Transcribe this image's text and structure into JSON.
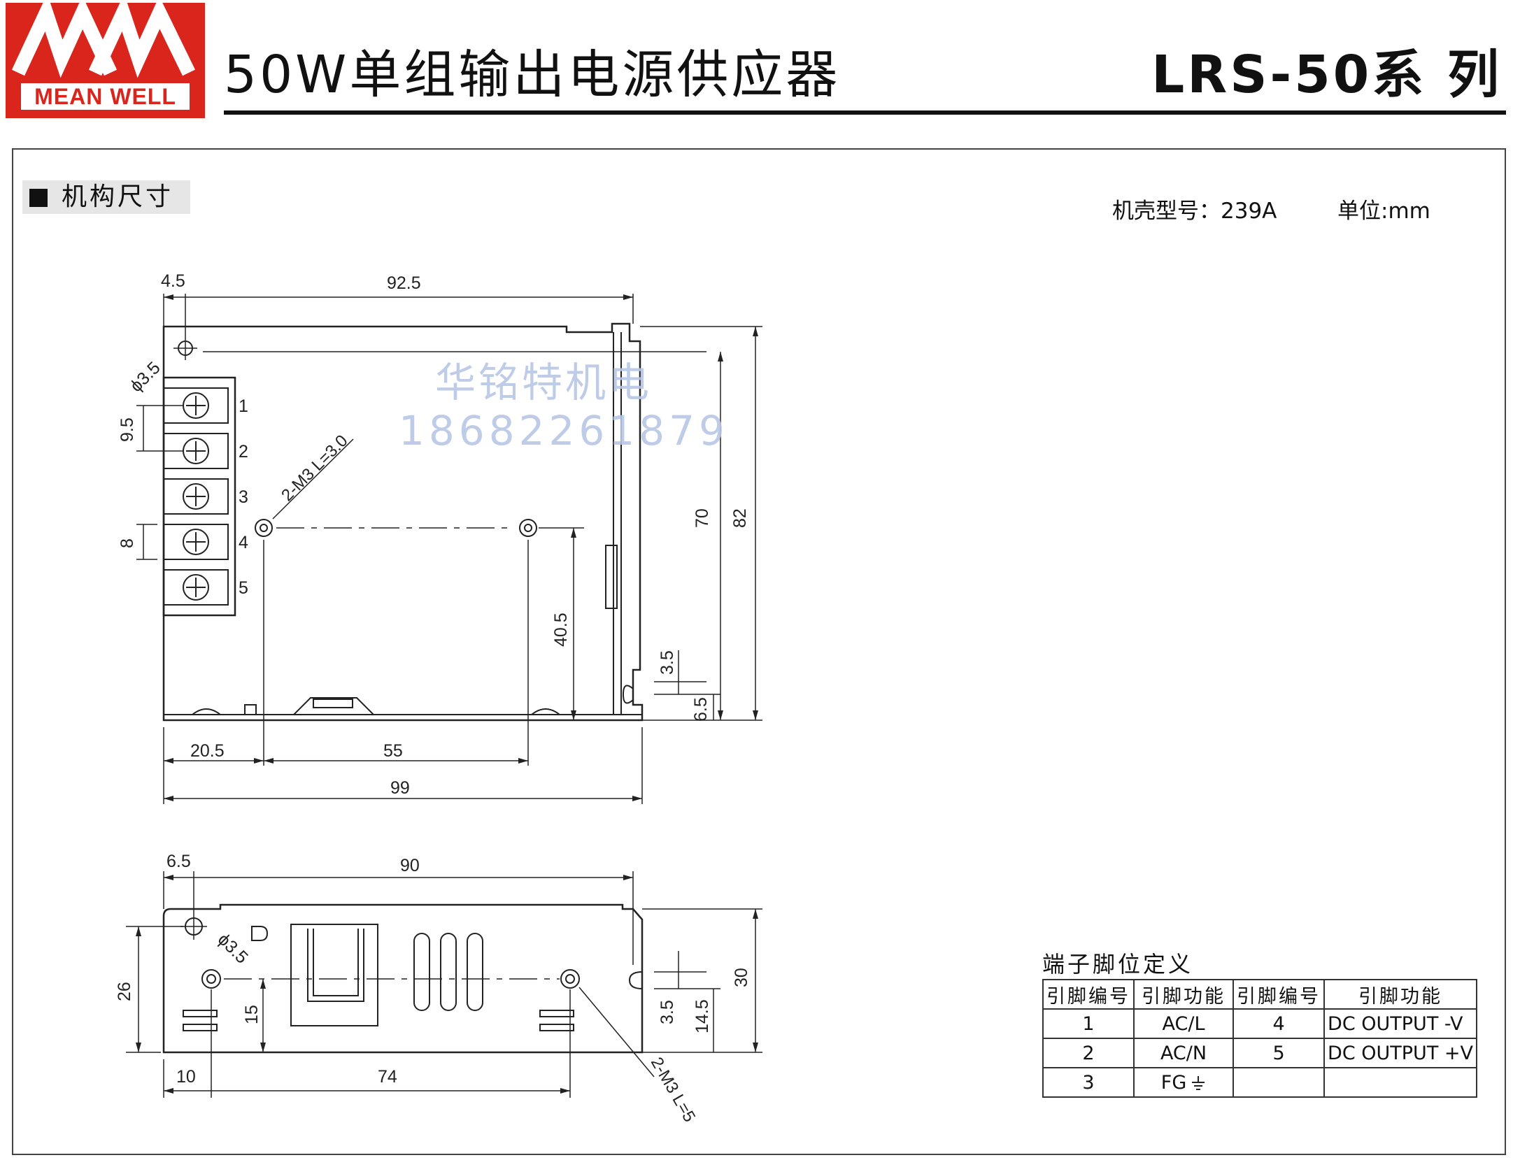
{
  "header": {
    "brand": "MEAN WELL",
    "title": "50W单组输出电源供应器",
    "series": "LRS-50系 列"
  },
  "section": {
    "title": "机构尺寸",
    "case_label": "机壳型号：239A",
    "unit_label": "单位:mm"
  },
  "watermark": {
    "line1": "华铭特机电",
    "line2": "18682261879"
  },
  "top_view": {
    "dims": {
      "d_4_5": "4.5",
      "d_92_5": "92.5",
      "phi": "ϕ3.5",
      "d_9_5": "9.5",
      "d_8": "8",
      "d_70": "70",
      "d_82": "82",
      "d_40_5": "40.5",
      "d_3_5": "3.5",
      "d_6_5": "6.5",
      "d_20_5": "20.5",
      "d_55": "55",
      "d_99": "99",
      "screw_note": "2-M3 L=3.0"
    },
    "terminals": [
      "1",
      "2",
      "3",
      "4",
      "5"
    ]
  },
  "side_view": {
    "dims": {
      "d_6_5": "6.5",
      "d_90": "90",
      "phi": "ϕ3.5",
      "d_26": "26",
      "d_15": "15",
      "d_30": "30",
      "d_3_5": "3.5",
      "d_14_5": "14.5",
      "d_10": "10",
      "d_74": "74",
      "screw_note": "2-M3 L=5"
    }
  },
  "pin_table": {
    "title": "端子脚位定义",
    "headers": [
      "引脚编号",
      "引脚功能",
      "引脚编号",
      "引脚功能"
    ],
    "rows": [
      {
        "pin_a": "1",
        "func_a": "AC/L",
        "pin_b": "4",
        "func_b": "DC OUTPUT -V"
      },
      {
        "pin_a": "2",
        "func_a": "AC/N",
        "pin_b": "5",
        "func_b": "DC OUTPUT +V"
      },
      {
        "pin_a": "3",
        "func_a": "FG",
        "pin_b": "",
        "func_b": ""
      }
    ]
  }
}
